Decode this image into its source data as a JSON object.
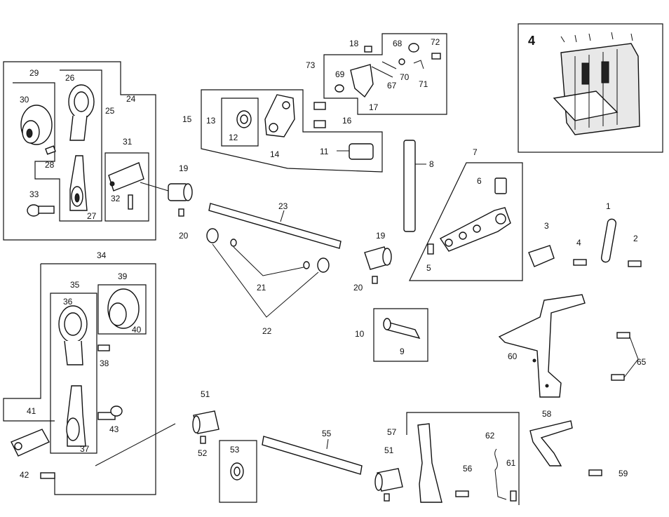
{
  "figure_number": "4",
  "labels": {
    "l1": "1",
    "l2": "2",
    "l3": "3",
    "l4": "4",
    "l5": "5",
    "l6": "6",
    "l7": "7",
    "l8": "8",
    "l9": "9",
    "l10": "10",
    "l11": "11",
    "l12": "12",
    "l13": "13",
    "l14": "14",
    "l15": "15",
    "l16": "16",
    "l17": "17",
    "l18": "18",
    "l19a": "19",
    "l19b": "19",
    "l20a": "20",
    "l20b": "20",
    "l21": "21",
    "l22": "22",
    "l23": "23",
    "l24": "24",
    "l25": "25",
    "l26": "26",
    "l27": "27",
    "l28": "28",
    "l29": "29",
    "l30": "30",
    "l31": "31",
    "l32": "32",
    "l33": "33",
    "l34": "34",
    "l35": "35",
    "l36": "36",
    "l37": "37",
    "l38": "38",
    "l39": "39",
    "l40": "40",
    "l41": "41",
    "l42": "42",
    "l43": "43",
    "l51a": "51",
    "l51b": "51",
    "l52": "52",
    "l53": "53",
    "l55": "55",
    "l56": "56",
    "l57": "57",
    "l58": "58",
    "l59": "59",
    "l60": "60",
    "l61": "61",
    "l62": "62",
    "l65": "65",
    "l67": "67",
    "l68": "68",
    "l69": "69",
    "l70": "70",
    "l71": "71",
    "l72": "72",
    "l73": "73"
  }
}
